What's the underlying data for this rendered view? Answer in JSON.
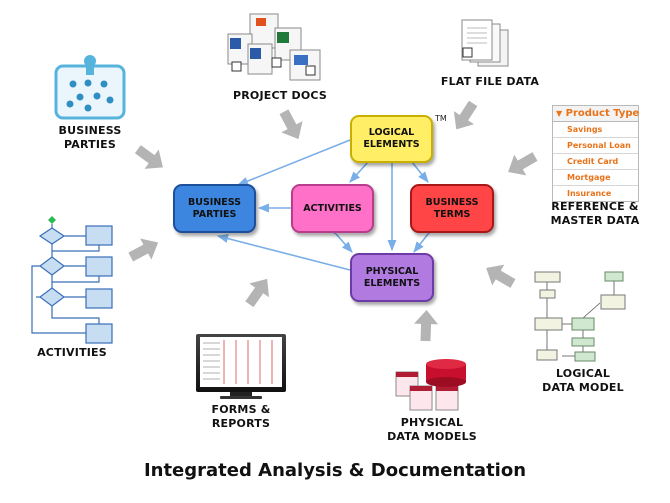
{
  "title": "Integrated Analysis & Documentation",
  "trademark": "TM",
  "boxes": {
    "logical_elements": "LOGICAL\nELEMENTS",
    "business_parties": "BUSINESS\nPARTIES",
    "activities": "ACTIVITIES",
    "business_terms": "BUSINESS\nTERMS",
    "physical_elements": "PHYSICAL\nELEMENTS"
  },
  "sources": {
    "project_docs": "PROJECT DOCS",
    "flat_file_data": "FLAT FILE DATA",
    "business_parties": "BUSINESS\nPARTIES",
    "reference_master_data": "REFERENCE &\nMASTER DATA",
    "activities": "ACTIVITIES",
    "forms_reports": "FORMS &\nREPORTS",
    "physical_data_models": "PHYSICAL\nDATA MODELS",
    "logical_data_model": "LOGICAL\nDATA MODEL"
  },
  "product_type": {
    "header": "Product Type",
    "items": [
      "Savings",
      "Personal Loan",
      "Credit Card",
      "Mortgage",
      "Insurance"
    ]
  },
  "colors": {
    "logical": "#ffee66",
    "parties": "#3d86e0",
    "activities": "#ff70c8",
    "terms": "#ff4545",
    "physical": "#b07ae0",
    "connector": "#79aee8",
    "feed_arrow": "#b4b4b4",
    "accent_orange": "#e8731a"
  }
}
